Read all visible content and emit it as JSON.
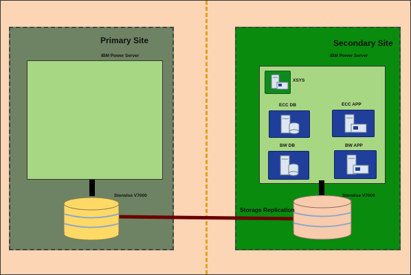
{
  "primary": {
    "title": "Primary Site",
    "server_label": "IBM Power Server",
    "storage_label": "Storwise V7000"
  },
  "secondary": {
    "title": "Secondary Site",
    "server_label": "IBM Power Server",
    "storage_label": "Storwise V7000",
    "systems": [
      {
        "label": "XSYS",
        "icon": "server-app-icon"
      },
      {
        "label": "ECC DB",
        "icon": "database-server-icon"
      },
      {
        "label": "ECC APP",
        "icon": "app-server-icon"
      },
      {
        "label": "BW DB",
        "icon": "database-server-icon"
      },
      {
        "label": "BW APP",
        "icon": "app-server-icon"
      }
    ]
  },
  "replication_label": "Storage Replication",
  "colors": {
    "background": "#fcd5b4",
    "primary_site": "#6e8363",
    "secondary_site": "#098b0e",
    "server_box": "#a8d783",
    "primary_disk": "#ffd966",
    "secondary_disk": "#f8cbad",
    "replication_line": "#6b0000",
    "divider": "#e0a020",
    "tile_blue": "#1f3f9a",
    "tile_green": "#0f8a1e"
  }
}
